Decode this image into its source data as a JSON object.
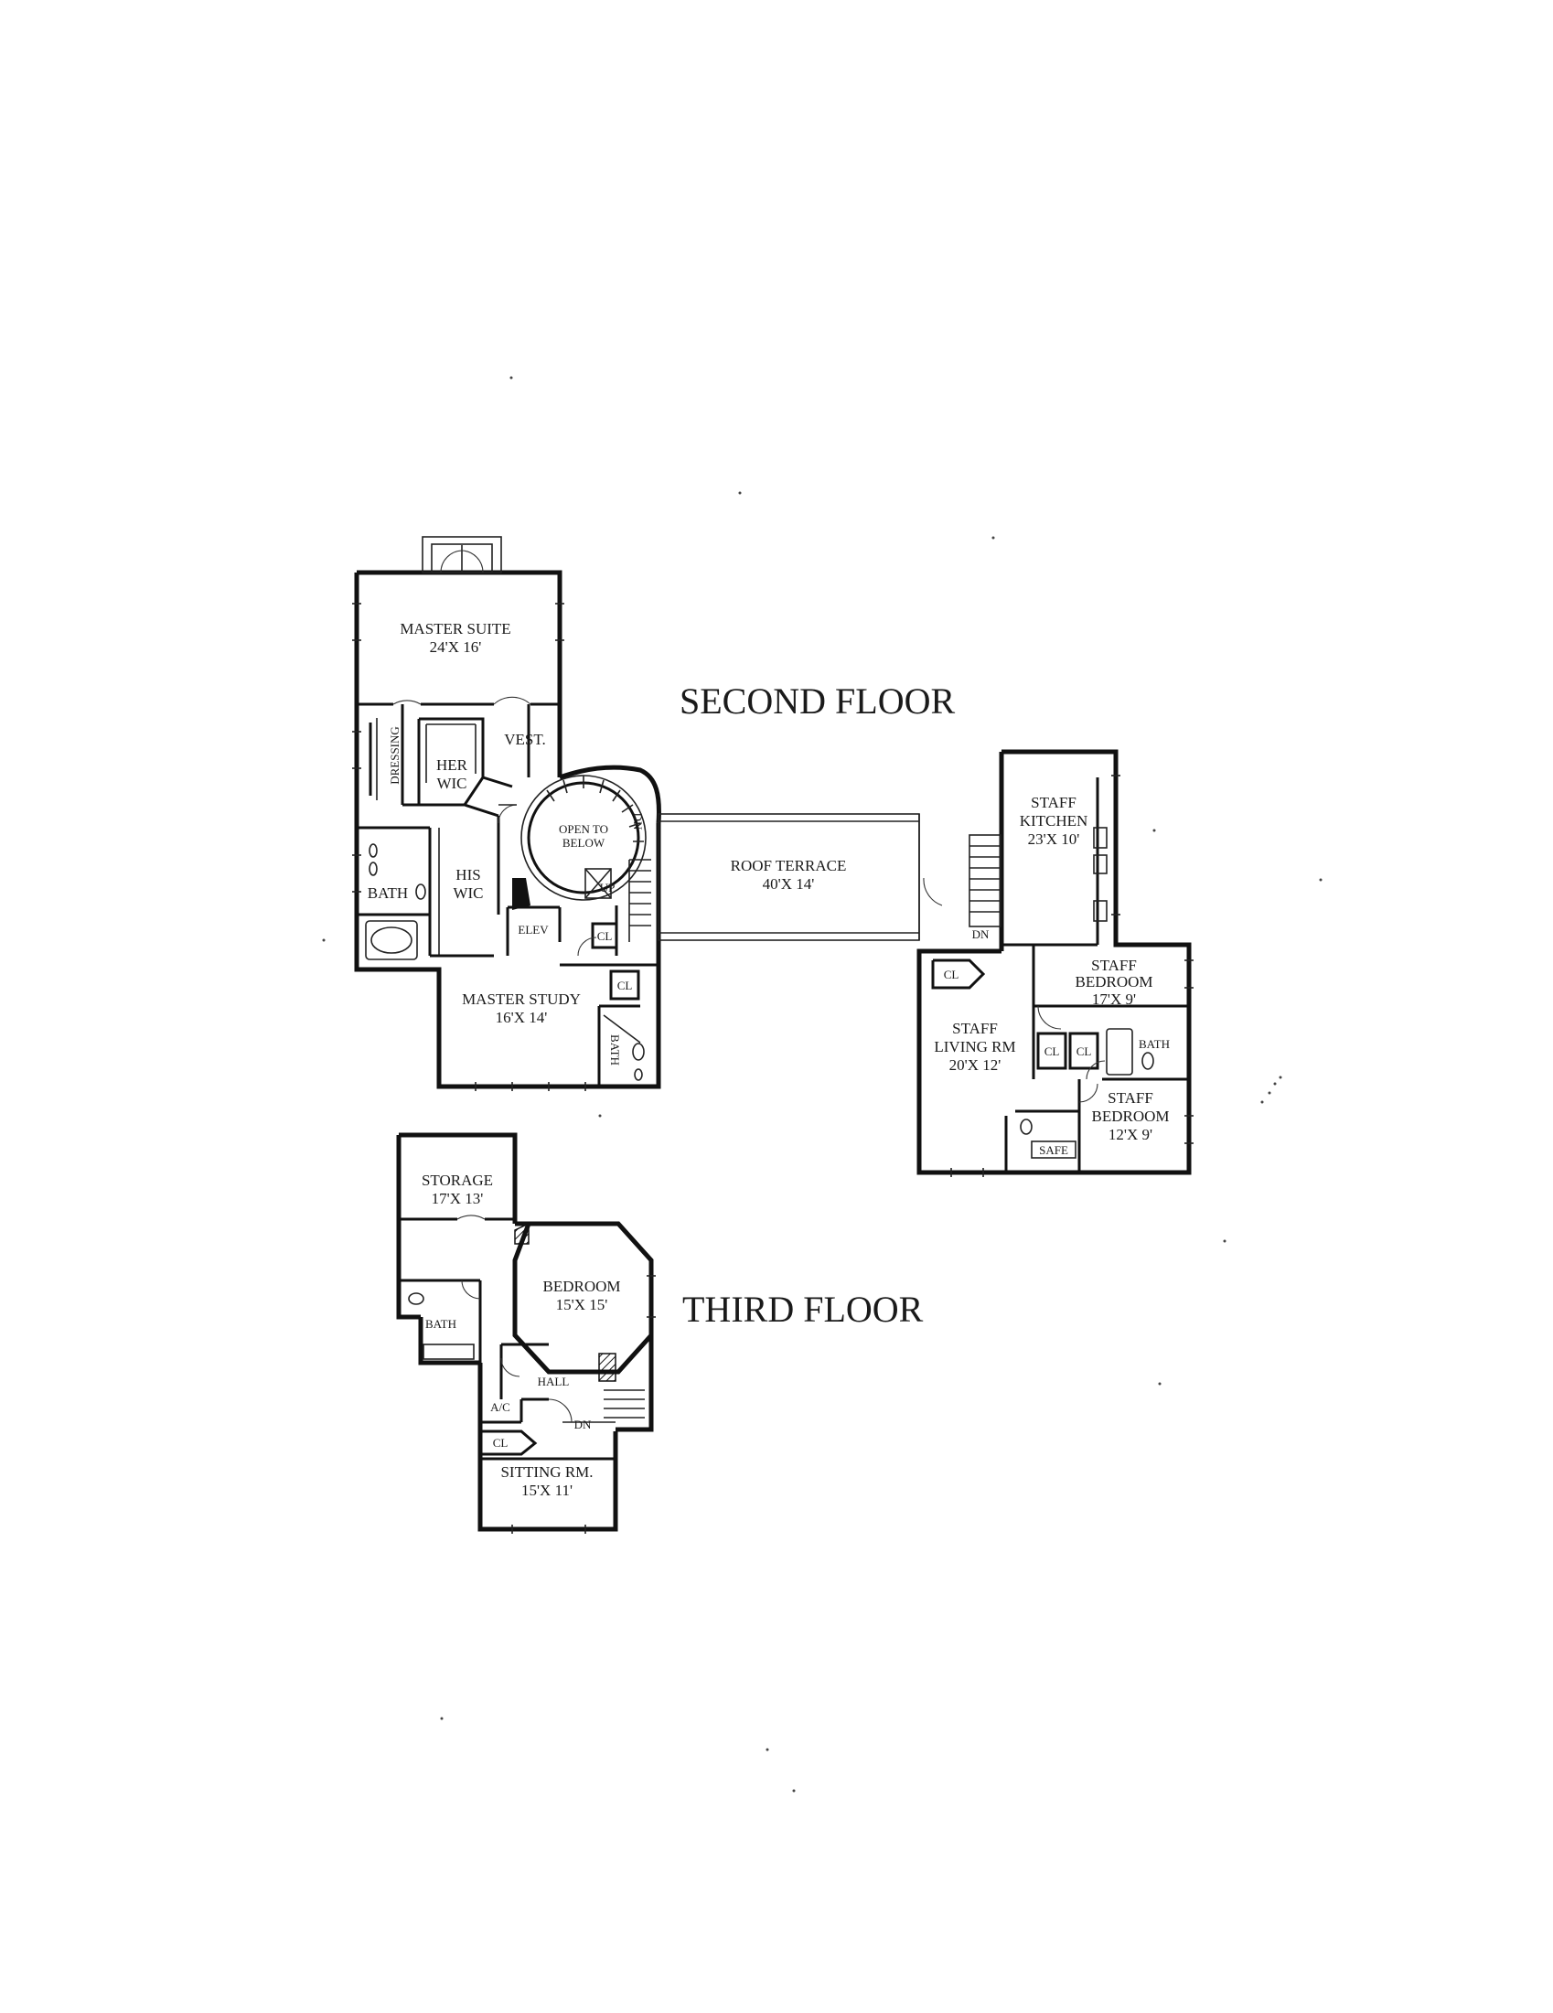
{
  "second_floor": {
    "title": "SECOND FLOOR",
    "rooms": {
      "master_suite": {
        "name": "MASTER SUITE",
        "size": "24'X 16'"
      },
      "dressing": {
        "name": "DRESSING"
      },
      "vest": {
        "name": "VEST."
      },
      "her_wic": {
        "name1": "HER",
        "name2": "WIC"
      },
      "his_wic": {
        "name1": "HIS",
        "name2": "WIC"
      },
      "bath": {
        "name": "BATH"
      },
      "open_to_below": {
        "name1": "OPEN TO",
        "name2": "BELOW"
      },
      "dn": {
        "name": "DN"
      },
      "up": {
        "name": "UP"
      },
      "elev": {
        "name": "ELEV"
      },
      "cl1": {
        "name": "CL"
      },
      "cl2": {
        "name": "CL"
      },
      "master_study": {
        "name": "MASTER STUDY",
        "size": "16'X 14'"
      },
      "study_bath": {
        "name": "BATH"
      },
      "roof_terrace": {
        "name": "ROOF TERRACE",
        "size": "40'X 14'"
      },
      "staff_kitchen": {
        "name1": "STAFF",
        "name2": "KITCHEN",
        "size": "23'X 10'"
      },
      "staff_dn": {
        "name": "DN"
      },
      "staff_cl": {
        "name": "CL"
      },
      "staff_bedroom_1": {
        "name1": "STAFF",
        "name2": "BEDROOM",
        "size": "17'X 9'"
      },
      "staff_living": {
        "name1": "STAFF",
        "name2": "LIVING RM",
        "size": "20'X 12'"
      },
      "staff_cl_a": {
        "name": "CL"
      },
      "staff_cl_b": {
        "name": "CL"
      },
      "staff_bath": {
        "name": "BATH"
      },
      "staff_bedroom_2": {
        "name1": "STAFF",
        "name2": "BEDROOM",
        "size": "12'X 9'"
      },
      "safe": {
        "name": "SAFE"
      }
    }
  },
  "third_floor": {
    "title": "THIRD FLOOR",
    "rooms": {
      "storage": {
        "name": "STORAGE",
        "size": "17'X 13'"
      },
      "bedroom": {
        "name": "BEDROOM",
        "size": "15'X 15'"
      },
      "bath": {
        "name": "BATH"
      },
      "hall": {
        "name": "HALL"
      },
      "ac": {
        "name": "A/C"
      },
      "dn": {
        "name": "DN"
      },
      "cl": {
        "name": "CL"
      },
      "sitting": {
        "name": "SITTING RM.",
        "size": "15'X 11'"
      }
    }
  }
}
